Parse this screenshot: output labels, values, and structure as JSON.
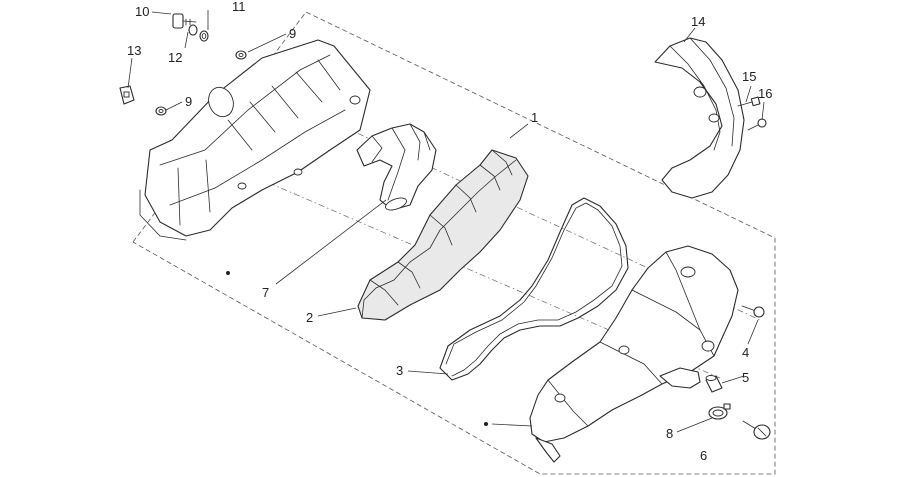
{
  "callouts": {
    "c1": "1",
    "c2": "2",
    "c3": "3",
    "c4": "4",
    "c5": "5",
    "c6": "6",
    "c7": "7",
    "c8": "8",
    "c9a": "9",
    "c9b": "9",
    "c10": "10",
    "c11": "11",
    "c12": "12",
    "c13": "13",
    "c14": "14",
    "c15": "15",
    "c16": "16"
  },
  "colors": {
    "line": "#2b2b2b",
    "fill": "#ffffff",
    "shade": "#e9e9e9",
    "text": "#222222"
  }
}
